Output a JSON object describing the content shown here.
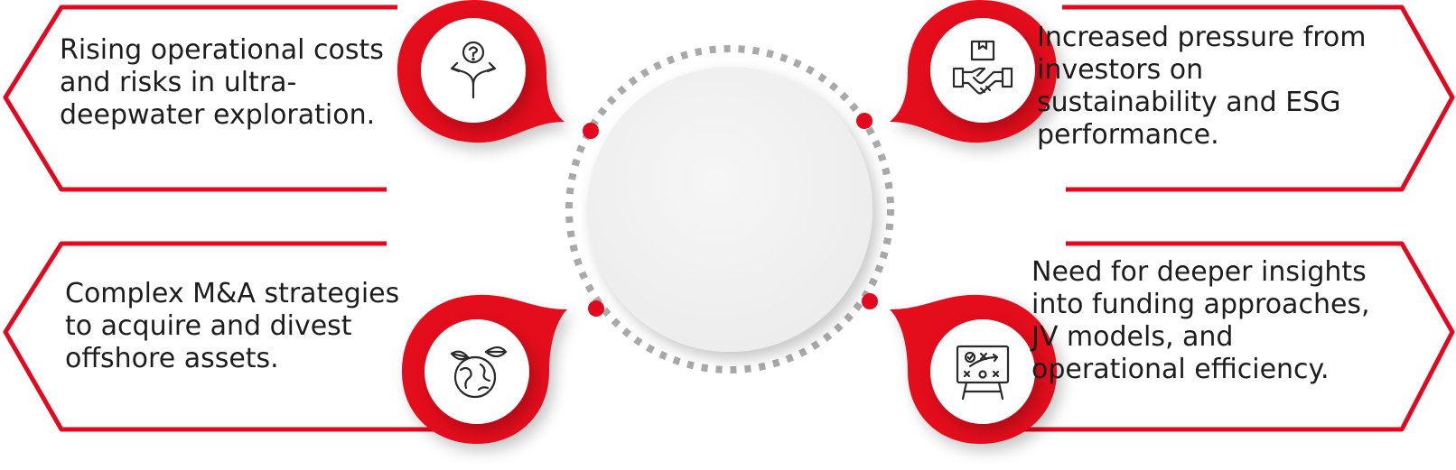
{
  "colors": {
    "accent": "#e3081d",
    "hub_fill": "#f1f1f1",
    "dots": "#a9a9a9",
    "text": "#1d1d1d"
  },
  "cards": [
    {
      "id": "top-left",
      "icon": "decision-arrows-icon",
      "text": "Rising operational costs\nand risks in ultra-\ndeepwater exploration."
    },
    {
      "id": "top-right",
      "icon": "handshake-box-icon",
      "text": "Increased pressure from\ninvestors on\nsustainability and ESG\nperformance."
    },
    {
      "id": "bottom-left",
      "icon": "globe-leaf-icon",
      "text": "Complex M&A strategies\nto acquire and divest\noffshore assets."
    },
    {
      "id": "bottom-right",
      "icon": "strategy-board-icon",
      "text": "Need for deeper insights\ninto funding approaches,\nJV models, and\noperational efficiency."
    }
  ]
}
